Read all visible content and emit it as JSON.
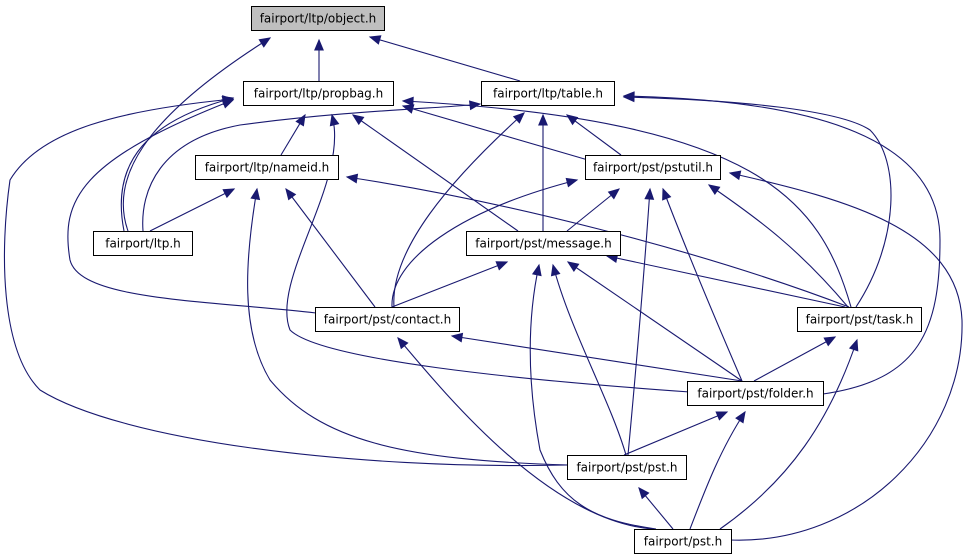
{
  "graph": {
    "edge_color": "#191970",
    "root_fill": "#bfbfbf",
    "node_fill": "#ffffff",
    "nodes": [
      {
        "id": "object",
        "label": "fairport/ltp/object.h"
      },
      {
        "id": "propbag",
        "label": "fairport/ltp/propbag.h"
      },
      {
        "id": "table",
        "label": "fairport/ltp/table.h"
      },
      {
        "id": "nameid",
        "label": "fairport/ltp/nameid.h"
      },
      {
        "id": "pstutil",
        "label": "fairport/pst/pstutil.h"
      },
      {
        "id": "ltp",
        "label": "fairport/ltp.h"
      },
      {
        "id": "message",
        "label": "fairport/pst/message.h"
      },
      {
        "id": "contact",
        "label": "fairport/pst/contact.h"
      },
      {
        "id": "task",
        "label": "fairport/pst/task.h"
      },
      {
        "id": "folder",
        "label": "fairport/pst/folder.h"
      },
      {
        "id": "pstpst",
        "label": "fairport/pst/pst.h"
      },
      {
        "id": "pst",
        "label": "fairport/pst.h"
      }
    ],
    "edges": [
      {
        "from": "propbag",
        "to": "object"
      },
      {
        "from": "table",
        "to": "object"
      },
      {
        "from": "ltp",
        "to": "object"
      },
      {
        "from": "nameid",
        "to": "propbag"
      },
      {
        "from": "pstutil",
        "to": "propbag"
      },
      {
        "from": "message",
        "to": "propbag"
      },
      {
        "from": "contact",
        "to": "propbag"
      },
      {
        "from": "task",
        "to": "propbag"
      },
      {
        "from": "folder",
        "to": "propbag"
      },
      {
        "from": "ltp",
        "to": "propbag"
      },
      {
        "from": "pstpst",
        "to": "propbag"
      },
      {
        "from": "ltp",
        "to": "table"
      },
      {
        "from": "pstutil",
        "to": "table"
      },
      {
        "from": "message",
        "to": "table"
      },
      {
        "from": "contact",
        "to": "table"
      },
      {
        "from": "task",
        "to": "table"
      },
      {
        "from": "folder",
        "to": "table"
      },
      {
        "from": "ltp",
        "to": "nameid"
      },
      {
        "from": "contact",
        "to": "nameid"
      },
      {
        "from": "task",
        "to": "nameid"
      },
      {
        "from": "pstpst",
        "to": "nameid"
      },
      {
        "from": "message",
        "to": "pstutil"
      },
      {
        "from": "contact",
        "to": "pstutil"
      },
      {
        "from": "task",
        "to": "pstutil"
      },
      {
        "from": "folder",
        "to": "pstutil"
      },
      {
        "from": "pstpst",
        "to": "pstutil"
      },
      {
        "from": "pst",
        "to": "pstutil"
      },
      {
        "from": "contact",
        "to": "message"
      },
      {
        "from": "task",
        "to": "message"
      },
      {
        "from": "folder",
        "to": "message"
      },
      {
        "from": "pstpst",
        "to": "message"
      },
      {
        "from": "pst",
        "to": "message"
      },
      {
        "from": "folder",
        "to": "contact"
      },
      {
        "from": "pst",
        "to": "contact"
      },
      {
        "from": "folder",
        "to": "task"
      },
      {
        "from": "pst",
        "to": "task"
      },
      {
        "from": "pstpst",
        "to": "folder"
      },
      {
        "from": "pst",
        "to": "folder"
      },
      {
        "from": "pst",
        "to": "pstpst"
      }
    ]
  }
}
